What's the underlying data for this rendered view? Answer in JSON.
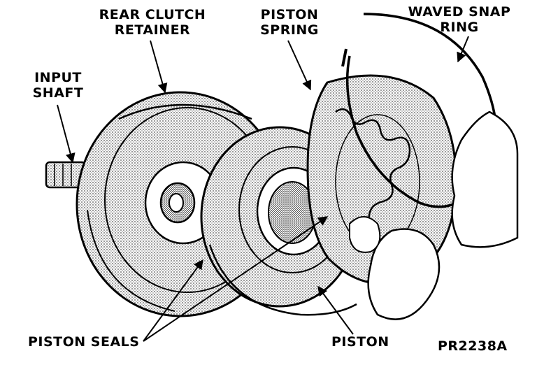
{
  "labels": {
    "rear_clutch_retainer_line1": "REAR CLUTCH",
    "rear_clutch_retainer_line2": "RETAINER",
    "piston_spring_line1": "PISTON",
    "piston_spring_line2": "SPRING",
    "waved_snap_ring_line1": "WAVED SNAP",
    "waved_snap_ring_line2": "RING",
    "input_shaft_line1": "INPUT",
    "input_shaft_line2": "SHAFT",
    "piston_seals": "PISTON SEALS",
    "piston": "PISTON",
    "figure_code": "PR2238A"
  },
  "colors": {
    "ink": "#000000",
    "paper": "#ffffff",
    "stipple": "#8a8a8a"
  }
}
